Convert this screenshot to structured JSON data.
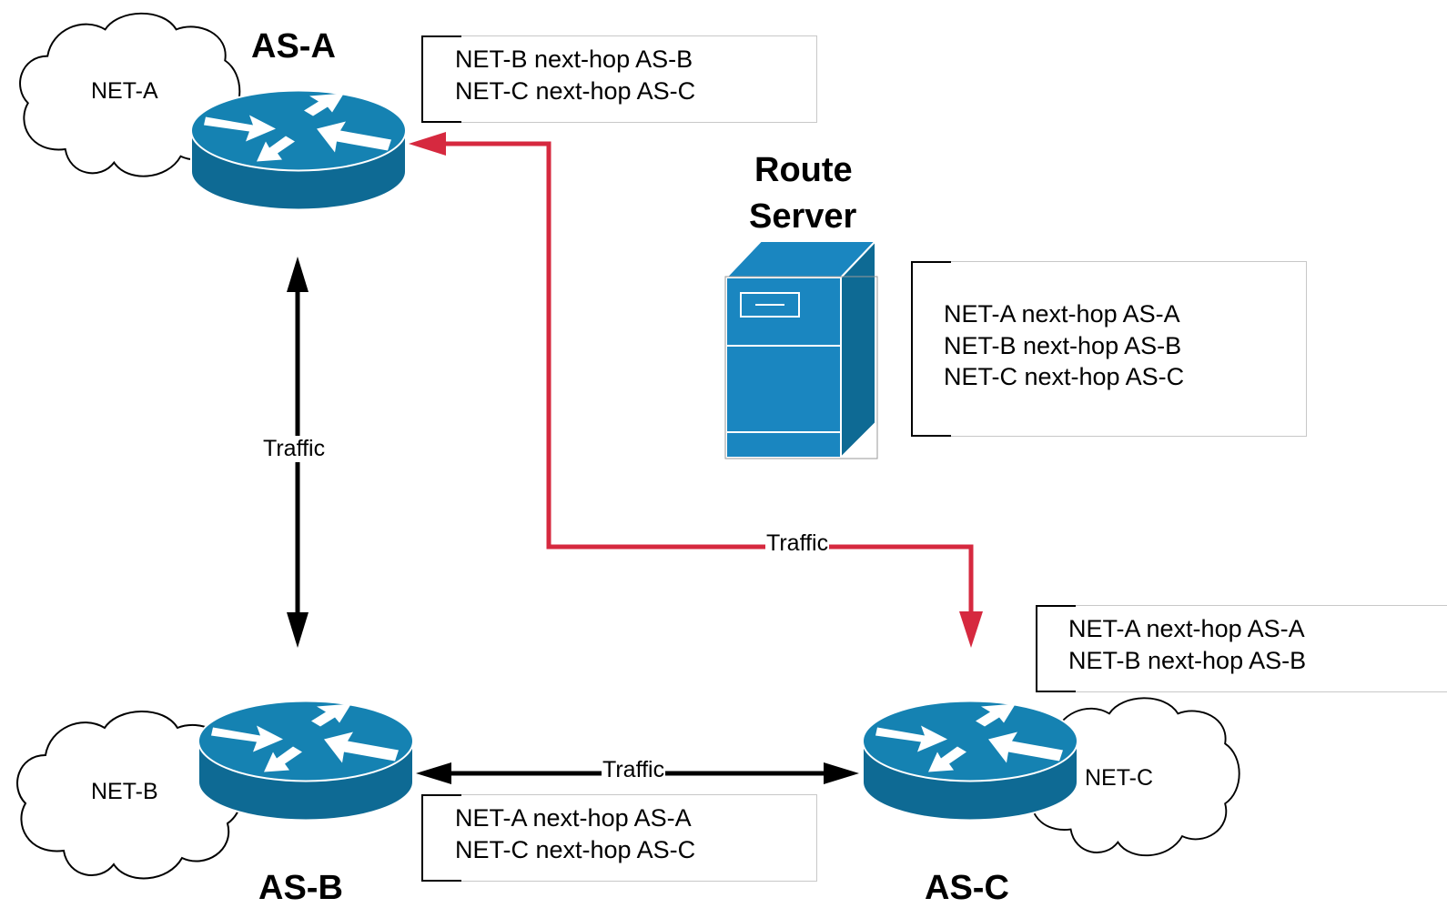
{
  "colors": {
    "device_fill": "#0e6a94",
    "device_top": "#1582b2",
    "server_fill": "#1a86c0",
    "path_red": "#d6293f",
    "arrow_black": "#000000"
  },
  "nodes": {
    "as_a": {
      "label": "AS-A",
      "network": "NET-A"
    },
    "as_b": {
      "label": "AS-B",
      "network": "NET-B"
    },
    "as_c": {
      "label": "AS-C",
      "network": "NET-C"
    },
    "route_server": {
      "label_line1": "Route",
      "label_line2": "Server"
    }
  },
  "links": {
    "a_b": {
      "label": "Traffic"
    },
    "a_c": {
      "label": "Traffic"
    },
    "b_c": {
      "label": "Traffic"
    }
  },
  "tables": {
    "as_a": [
      "NET-B next-hop AS-B",
      "NET-C next-hop AS-C"
    ],
    "route_server": [
      "NET-A next-hop AS-A",
      "NET-B next-hop AS-B",
      "NET-C next-hop AS-C"
    ],
    "as_c": [
      "NET-A next-hop AS-A",
      "NET-B next-hop AS-B"
    ],
    "as_b": [
      "NET-A next-hop AS-A",
      "NET-C next-hop AS-C"
    ]
  },
  "icons": [
    "cloud-icon",
    "router-icon",
    "server-icon"
  ]
}
